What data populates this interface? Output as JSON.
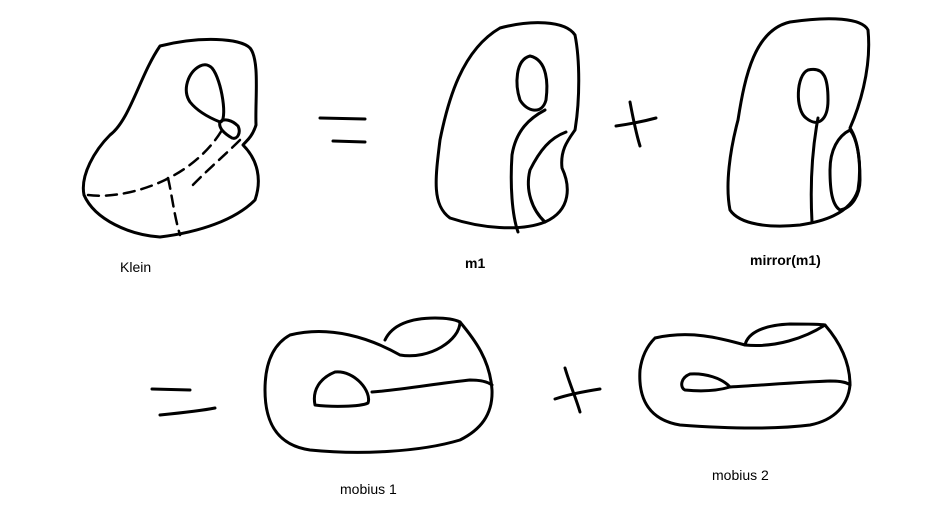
{
  "labels": {
    "klein": "Klein",
    "m1": "m1",
    "mirror_m1": "mirror(m1)",
    "mobius1": "mobius 1",
    "mobius2": "mobius 2"
  },
  "colors": {
    "ink": "#000000",
    "background": "#ffffff"
  }
}
